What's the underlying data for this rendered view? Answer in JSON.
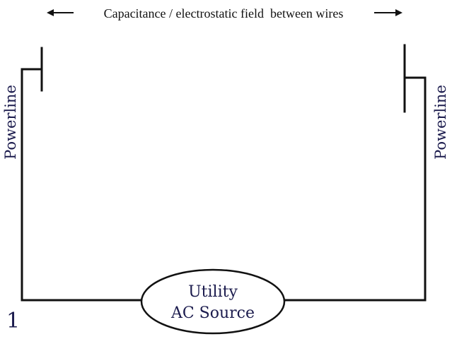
{
  "title": "Capacitance / electrostatic field  between wires",
  "left_label": "Powerline",
  "right_label": "Powerline",
  "source": {
    "line1": "Utility",
    "line2": "AC Source"
  },
  "figure_number": "1",
  "colors": {
    "wire": "#111111",
    "label": "#1b1b4d",
    "background": "#ffffff"
  }
}
